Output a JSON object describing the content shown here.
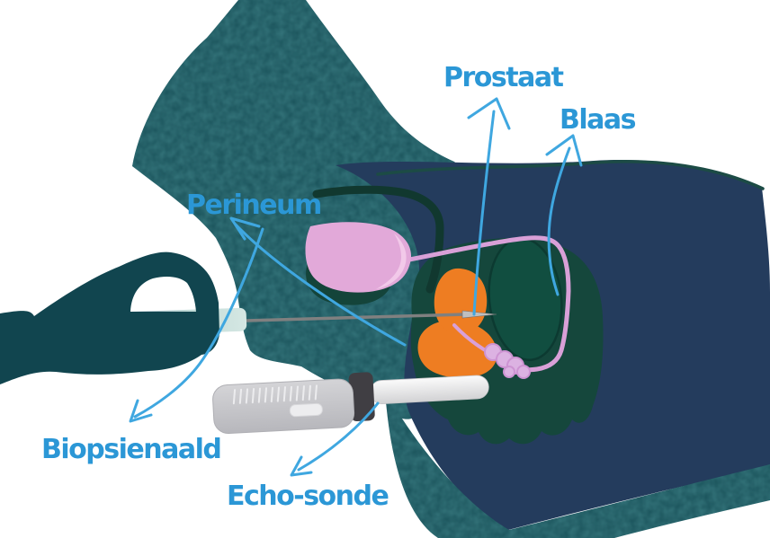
{
  "diagram": {
    "title_context": "transperineal prostate biopsy illustration",
    "labels": {
      "prostaat": "Prostaat",
      "blaas": "Blaas",
      "perineum": "Perineum",
      "biopsienaald": "Biopsienaald",
      "echo_sonde": "Echo-sonde"
    },
    "colors": {
      "label_text": "#2B97D6",
      "arrow": "#3FA7E0",
      "body_silhouette": "#243C5D",
      "leg_band": "#1A535B",
      "hand": "#11454F",
      "organ_silhouette": "#15473C",
      "bladder": "#114E40",
      "prostate": "#EE7D22",
      "scrotum": "#E2A9D9",
      "urethra": "#D9A0D8",
      "needle_handle": "#C2DCD8",
      "needle_shaft": "#808080",
      "probe_body": "#C7C7CB",
      "probe_collar": "#403E43",
      "background": "#FFFFFF"
    }
  }
}
